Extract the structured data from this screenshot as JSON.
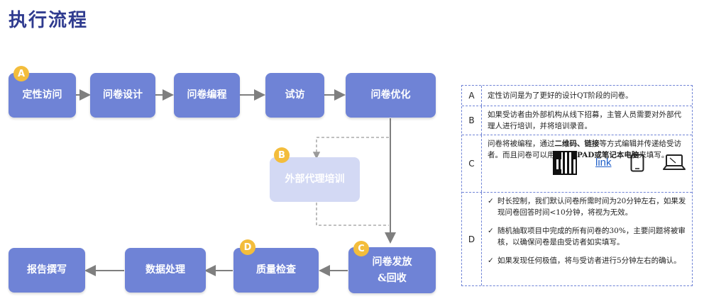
{
  "title": "执行流程",
  "steps": {
    "s1": "定性访问",
    "s2": "问卷设计",
    "s3": "问卷编程",
    "s4": "试访",
    "s5": "问卷优化",
    "s6": "外部代理培训",
    "s7_line1": "问卷发放",
    "s7_line2": "&回收",
    "s8": "质量检查",
    "s9": "数据处理",
    "s10": "报告撰写"
  },
  "badges": {
    "a": "A",
    "b": "B",
    "c": "C",
    "d": "D"
  },
  "notes": {
    "a": {
      "key": "A",
      "text": "定性访问是为了更好的设计QT阶段的问卷。"
    },
    "b": {
      "key": "B",
      "text": "如果受访者由外部机构从线下招募，主管人员需要对外部代理人进行培训，并将培训录音。"
    },
    "c": {
      "key": "C",
      "p1": "问卷将被编程，通过",
      "p2": "二维码、链接",
      "p3": "等方式编辑并传递给受访者。而且问卷可以用",
      "p4": "手机、PAD或笔记本电脑",
      "p5": "来填写。",
      "link": "link"
    },
    "d": {
      "key": "D",
      "items": [
        "时长控制，我们默认问卷所需时间为20分钟左右，如果发现问卷回答时间<10分钟，将视为无效。",
        "随机抽取项目中完成的所有问卷的30%，主要问题将被审核，以确保问卷是由受访者如实填写。",
        "如果发现任何极值，将与受访者进行5分钟左右的确认。"
      ]
    }
  },
  "colors": {
    "box": "#6f83d6",
    "box_pale": "#d3d9f4",
    "badge": "#f3bd3c",
    "title": "#2f3b8f"
  },
  "icons": [
    "qr-code-icon",
    "tablet-icon",
    "laptop-icon",
    "check-icon"
  ]
}
